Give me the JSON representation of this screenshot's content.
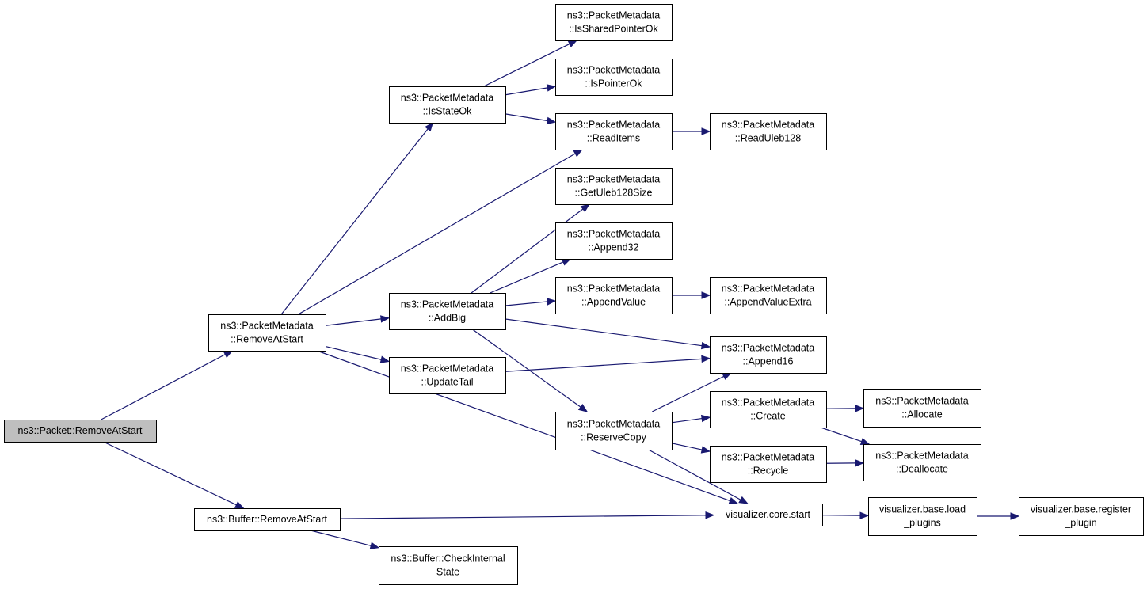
{
  "nodes": {
    "root": [
      "ns3::Packet::RemoveAtStart"
    ],
    "pm_remove": [
      "ns3::PacketMetadata",
      "::RemoveAtStart"
    ],
    "buf_remove": [
      "ns3::Buffer::RemoveAtStart"
    ],
    "is_state_ok": [
      "ns3::PacketMetadata",
      "::IsStateOk"
    ],
    "add_big": [
      "ns3::PacketMetadata",
      "::AddBig"
    ],
    "update_tail": [
      "ns3::PacketMetadata",
      "::UpdateTail"
    ],
    "check_internal": [
      "ns3::Buffer::CheckInternal",
      "State"
    ],
    "is_shared_ptr": [
      "ns3::PacketMetadata",
      "::IsSharedPointerOk"
    ],
    "is_pointer_ok": [
      "ns3::PacketMetadata",
      "::IsPointerOk"
    ],
    "read_items": [
      "ns3::PacketMetadata",
      "::ReadItems"
    ],
    "get_uleb_size": [
      "ns3::PacketMetadata",
      "::GetUleb128Size"
    ],
    "append32": [
      "ns3::PacketMetadata",
      "::Append32"
    ],
    "append_value": [
      "ns3::PacketMetadata",
      "::AppendValue"
    ],
    "reserve_copy": [
      "ns3::PacketMetadata",
      "::ReserveCopy"
    ],
    "read_uleb": [
      "ns3::PacketMetadata",
      "::ReadUleb128"
    ],
    "append_value_extra": [
      "ns3::PacketMetadata",
      "::AppendValueExtra"
    ],
    "append16": [
      "ns3::PacketMetadata",
      "::Append16"
    ],
    "create": [
      "ns3::PacketMetadata",
      "::Create"
    ],
    "recycle": [
      "ns3::PacketMetadata",
      "::Recycle"
    ],
    "vis_start": [
      "visualizer.core.start"
    ],
    "allocate": [
      "ns3::PacketMetadata",
      "::Allocate"
    ],
    "deallocate": [
      "ns3::PacketMetadata",
      "::Deallocate"
    ],
    "load_plugins": [
      "visualizer.base.load",
      "_plugins"
    ],
    "register_plugin": [
      "visualizer.base.register",
      "_plugin"
    ]
  },
  "edges": [
    [
      "root",
      "pm_remove"
    ],
    [
      "root",
      "buf_remove"
    ],
    [
      "pm_remove",
      "is_state_ok"
    ],
    [
      "pm_remove",
      "read_items"
    ],
    [
      "pm_remove",
      "add_big"
    ],
    [
      "pm_remove",
      "update_tail"
    ],
    [
      "pm_remove",
      "vis_start"
    ],
    [
      "buf_remove",
      "vis_start"
    ],
    [
      "buf_remove",
      "check_internal"
    ],
    [
      "is_state_ok",
      "is_shared_ptr"
    ],
    [
      "is_state_ok",
      "is_pointer_ok"
    ],
    [
      "is_state_ok",
      "read_items"
    ],
    [
      "read_items",
      "read_uleb"
    ],
    [
      "add_big",
      "get_uleb_size"
    ],
    [
      "add_big",
      "append32"
    ],
    [
      "add_big",
      "append_value"
    ],
    [
      "add_big",
      "append16"
    ],
    [
      "add_big",
      "reserve_copy"
    ],
    [
      "update_tail",
      "append16"
    ],
    [
      "append_value",
      "append_value_extra"
    ],
    [
      "reserve_copy",
      "append16"
    ],
    [
      "reserve_copy",
      "create"
    ],
    [
      "reserve_copy",
      "recycle"
    ],
    [
      "reserve_copy",
      "vis_start"
    ],
    [
      "create",
      "allocate"
    ],
    [
      "create",
      "deallocate"
    ],
    [
      "recycle",
      "deallocate"
    ],
    [
      "vis_start",
      "load_plugins"
    ],
    [
      "load_plugins",
      "register_plugin"
    ]
  ],
  "colors": {
    "edge": "#191970",
    "root_fill": "#bfbfbf",
    "node_fill": "#ffffff",
    "node_border": "#000000"
  }
}
